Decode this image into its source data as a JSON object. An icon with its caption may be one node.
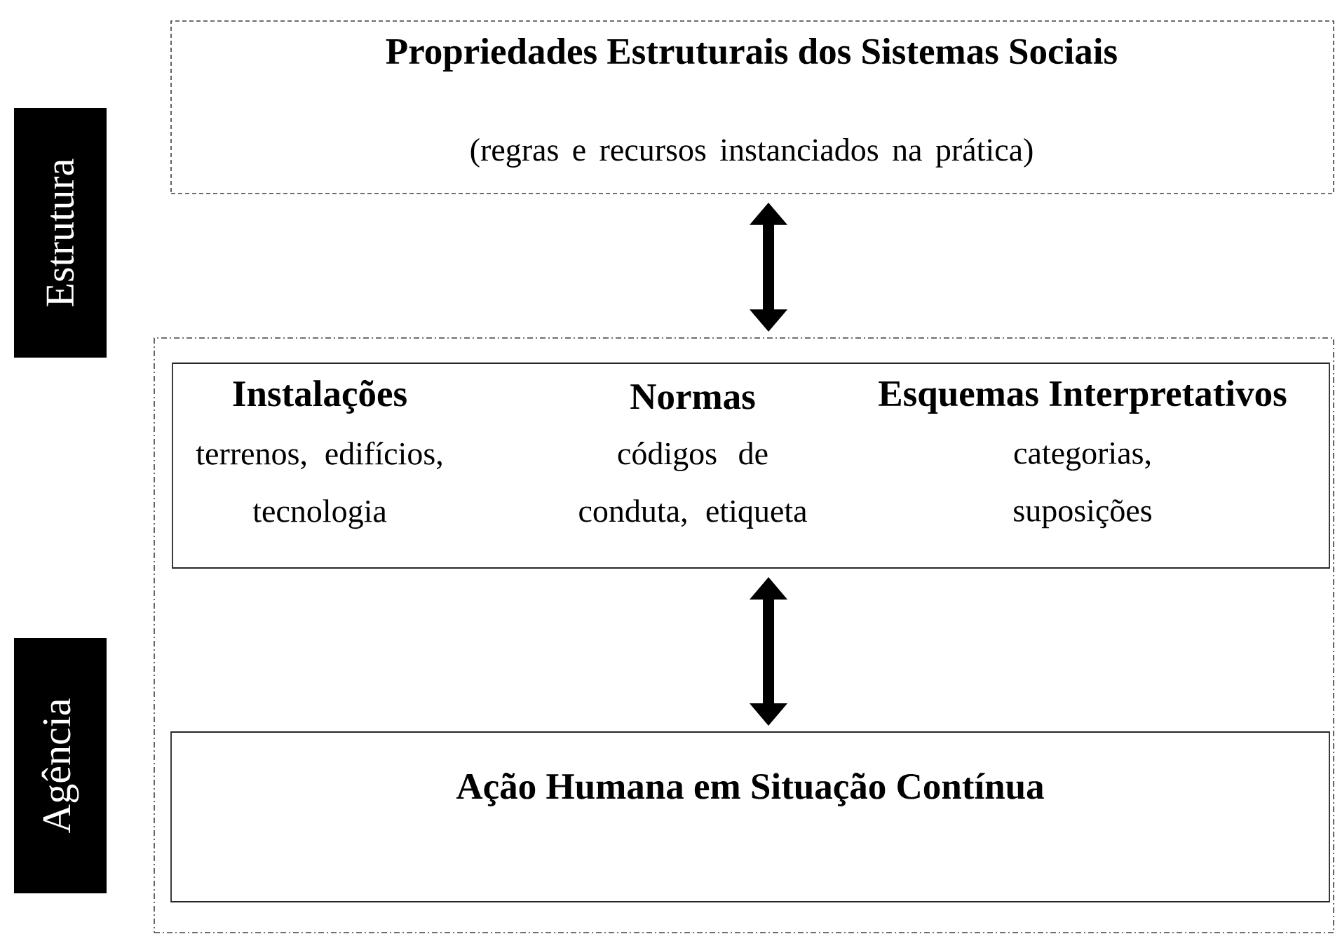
{
  "diagram": {
    "nodes": [
      {
        "text": [
          "Propriedades Estruturais dos Sistemas Sociais",
          "(regras e recursos instanciados na prática)"
        ]
      },
      {
        "text": [
          "Estrutura"
        ]
      },
      {
        "text": [],
        "shape": "box"
      },
      {
        "text": [
          "Instalações",
          "terrenos, edifícios, tecnologia",
          "Normas",
          "códigos de conduta, etiqueta",
          "Esquemas Interpretativos",
          "categorias, suposições"
        ],
        "in": 2
      },
      {
        "text": [
          "Agência"
        ]
      },
      {
        "text": [
          "Ação Humana em Situação Contínua"
        ],
        "in": 2
      }
    ],
    "edges": [
      {
        "from": 0,
        "to": 2,
        "arrow": "both"
      },
      {
        "from": 3,
        "to": 5,
        "arrow": "both"
      }
    ]
  }
}
